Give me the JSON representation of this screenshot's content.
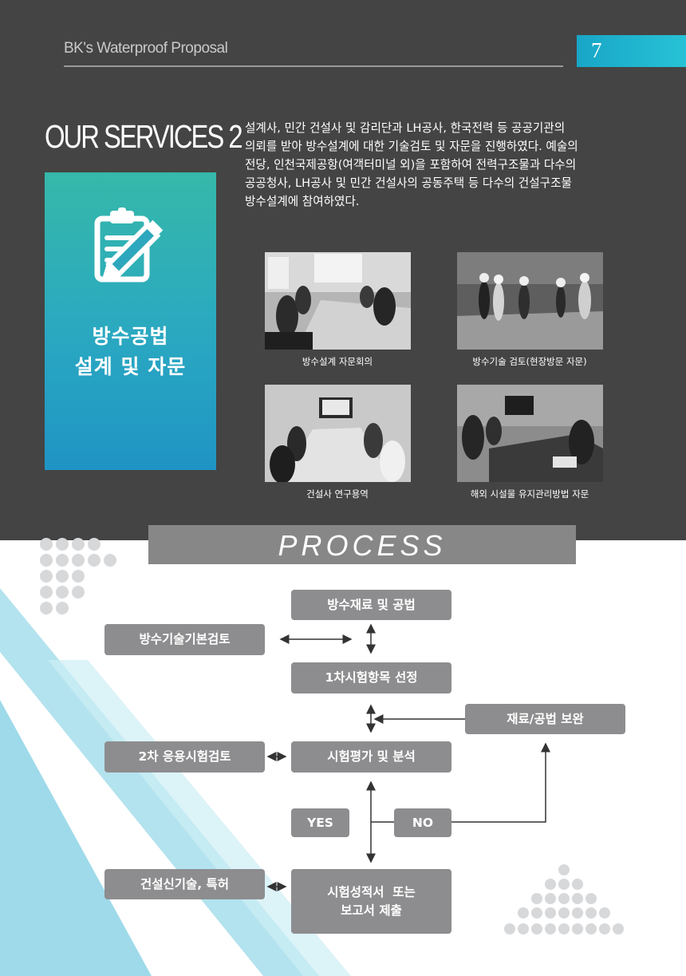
{
  "header": {
    "brand": "BK's Waterproof Proposal",
    "page_number": "7"
  },
  "section": {
    "title": "OUR SERVICES 2",
    "card_line1": "방수공법",
    "card_line2": "설계 및 자문",
    "card_icon": "clipboard-pencil-icon"
  },
  "intro_lines": [
    "설계사, 민간 건설사 및 감리단과 LH공사, 한국전력 등 공공기관의",
    "의뢰를 받아 방수설계에 대한 기술검토 및 자문을 진행하였다. 예술의",
    "전당, 인천국제공항(여객터미널 외)을 포함하여 전력구조물과 다수의",
    "공공청사, LH공사 및 민간 건설사의 공동주택 등 다수의 건설구조물",
    "방수설계에 참여하였다."
  ],
  "photos": [
    {
      "caption": "방수설계 자문회의"
    },
    {
      "caption": "방수기술 검토(현장방문 자문)"
    },
    {
      "caption": "건설사 연구용역"
    },
    {
      "caption": "해외 시설물 유지관리방법 자문"
    }
  ],
  "process": {
    "title": "PROCESS",
    "materials": "방수재료 및 공법",
    "basic_review": "방수기술기본검토",
    "first_selection": "1차시험항목 선정",
    "supplement": "재료/공법 보완",
    "second_review": "2차 응용시험검토",
    "evaluation": "시험평가 및 분석",
    "yes": "YES",
    "no": "NO",
    "new_tech": "건설신기술, 특허",
    "report_line1": "시험성적서  또는",
    "report_line2": "보고서 제출"
  },
  "colors": {
    "background_dark": "#444444",
    "accent_teal": "#27c2d6",
    "card_gradient_top": "#36b8a9",
    "card_gradient_bottom": "#1f94c4",
    "process_box": "#8d8d8f",
    "stripe_light": "#9fdaea"
  }
}
